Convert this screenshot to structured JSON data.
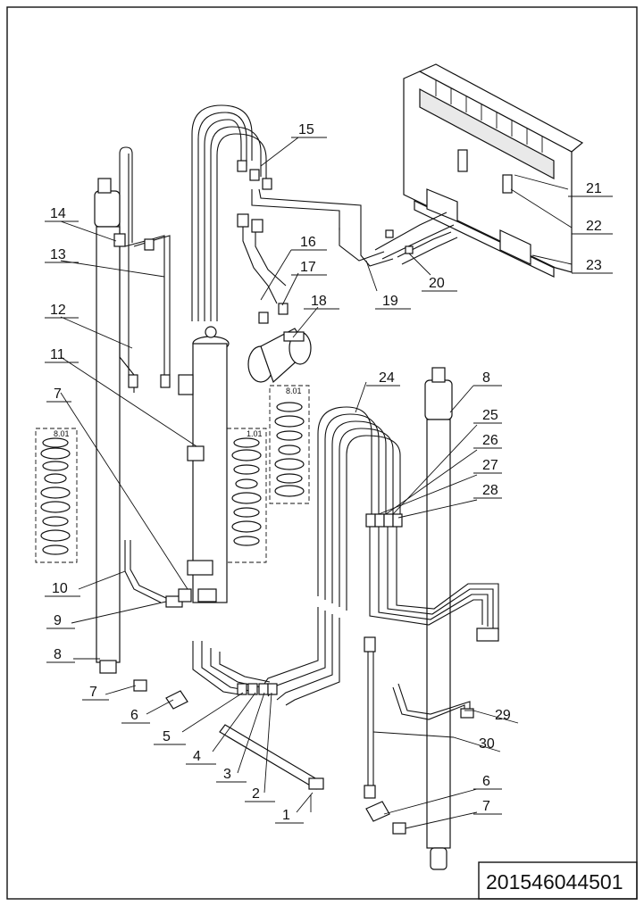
{
  "drawing_number": "201546044501",
  "callouts": [
    {
      "id": "c1",
      "text": "1"
    },
    {
      "id": "c2",
      "text": "2"
    },
    {
      "id": "c3",
      "text": "3"
    },
    {
      "id": "c4",
      "text": "4"
    },
    {
      "id": "c5",
      "text": "5"
    },
    {
      "id": "c6a",
      "text": "6"
    },
    {
      "id": "c6b",
      "text": "6"
    },
    {
      "id": "c7a",
      "text": "7"
    },
    {
      "id": "c7b",
      "text": "7"
    },
    {
      "id": "c7c",
      "text": "7"
    },
    {
      "id": "c8a",
      "text": "8"
    },
    {
      "id": "c8b",
      "text": "8"
    },
    {
      "id": "c9",
      "text": "9"
    },
    {
      "id": "c10",
      "text": "10"
    },
    {
      "id": "c11",
      "text": "11"
    },
    {
      "id": "c12",
      "text": "12"
    },
    {
      "id": "c13",
      "text": "13"
    },
    {
      "id": "c14",
      "text": "14"
    },
    {
      "id": "c15",
      "text": "15"
    },
    {
      "id": "c16",
      "text": "16"
    },
    {
      "id": "c17",
      "text": "17"
    },
    {
      "id": "c18",
      "text": "18"
    },
    {
      "id": "c19",
      "text": "19"
    },
    {
      "id": "c20",
      "text": "20"
    },
    {
      "id": "c21",
      "text": "21"
    },
    {
      "id": "c22",
      "text": "22"
    },
    {
      "id": "c23",
      "text": "23"
    },
    {
      "id": "c24",
      "text": "24"
    },
    {
      "id": "c25",
      "text": "25"
    },
    {
      "id": "c26",
      "text": "26"
    },
    {
      "id": "c27",
      "text": "27"
    },
    {
      "id": "c28",
      "text": "28"
    },
    {
      "id": "c29",
      "text": "29"
    },
    {
      "id": "c30",
      "text": "30"
    }
  ],
  "seal_kits": [
    {
      "id": "k1",
      "text": "8.01"
    },
    {
      "id": "k2",
      "text": "1.01"
    },
    {
      "id": "k3",
      "text": "8.01"
    }
  ]
}
